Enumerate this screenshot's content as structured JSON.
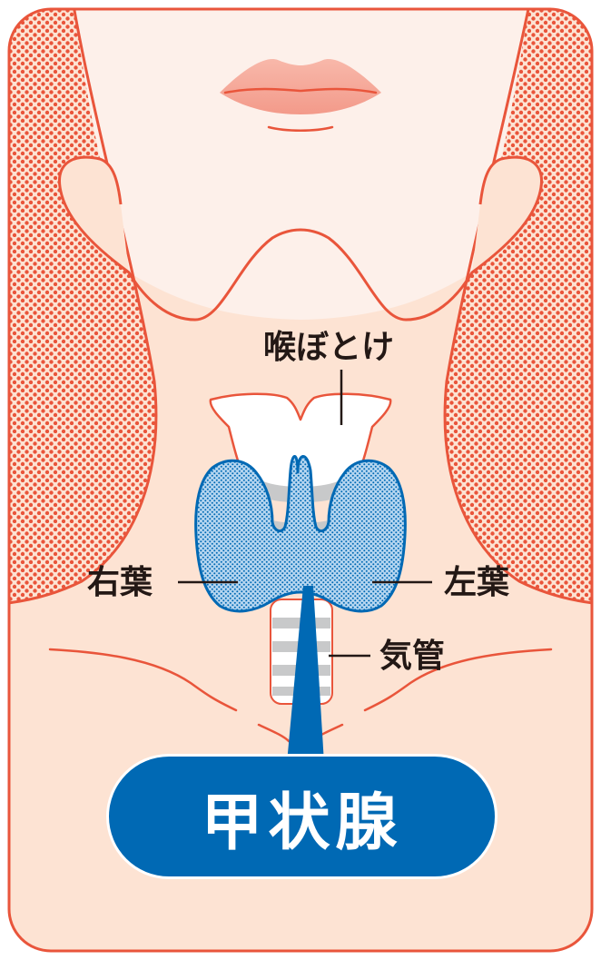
{
  "labels": {
    "adams_apple": "喉ぼとけ",
    "right_lobe": "右葉",
    "left_lobe": "左葉",
    "trachea": "気管"
  },
  "title": "甲状腺",
  "colors": {
    "skin": "#fde3d3",
    "outline": "#e9553b",
    "dot_pattern": "#e9553b",
    "lips": "#f6a99b",
    "cartilage": "#ffffff",
    "cartilage_shadow": "#c8c9ca",
    "thyroid_fill": "#a9cdec",
    "thyroid_dots": "#0069b4",
    "accent_blue": "#0069b4",
    "label_text": "#231815"
  }
}
